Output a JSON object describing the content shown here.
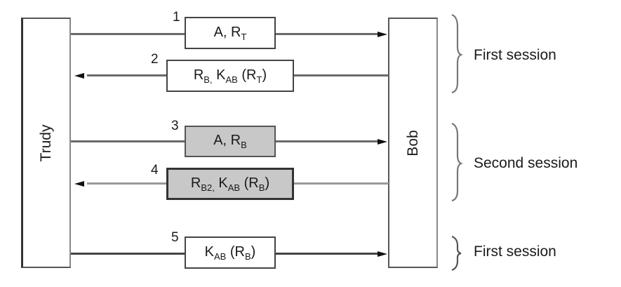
{
  "actors": {
    "left": "Trudy",
    "right": "Bob"
  },
  "messages": [
    {
      "number": "1",
      "direction": "right",
      "shaded": false,
      "parts": [
        {
          "t": "A, R"
        },
        {
          "sub": "T"
        }
      ]
    },
    {
      "number": "2",
      "direction": "left",
      "shaded": false,
      "parts": [
        {
          "t": "R"
        },
        {
          "sub": "B,"
        },
        {
          "t": " K"
        },
        {
          "sub": "AB"
        },
        {
          "t": " (R"
        },
        {
          "sub": "T"
        },
        {
          "t": ")"
        }
      ]
    },
    {
      "number": "3",
      "direction": "right",
      "shaded": true,
      "parts": [
        {
          "t": "A, R"
        },
        {
          "sub": "B"
        }
      ]
    },
    {
      "number": "4",
      "direction": "left",
      "shaded": true,
      "parts": [
        {
          "t": "R"
        },
        {
          "sub": "B2,"
        },
        {
          "t": " K"
        },
        {
          "sub": "AB"
        },
        {
          "t": " (R"
        },
        {
          "sub": "B"
        },
        {
          "t": ")"
        }
      ]
    },
    {
      "number": "5",
      "direction": "right",
      "shaded": false,
      "parts": [
        {
          "t": "K"
        },
        {
          "sub": "AB"
        },
        {
          "t": " (R"
        },
        {
          "sub": "B"
        },
        {
          "t": ")"
        }
      ]
    }
  ],
  "sessions": [
    {
      "label": "First session",
      "messages": [
        "1",
        "2"
      ]
    },
    {
      "label": "Second session",
      "messages": [
        "3",
        "4"
      ]
    },
    {
      "label": "First session",
      "messages": [
        "5"
      ]
    }
  ],
  "colors": {
    "shaded_box": "#c8c8c8",
    "line": "#6a6a6a",
    "arrowhead": "#111111"
  }
}
